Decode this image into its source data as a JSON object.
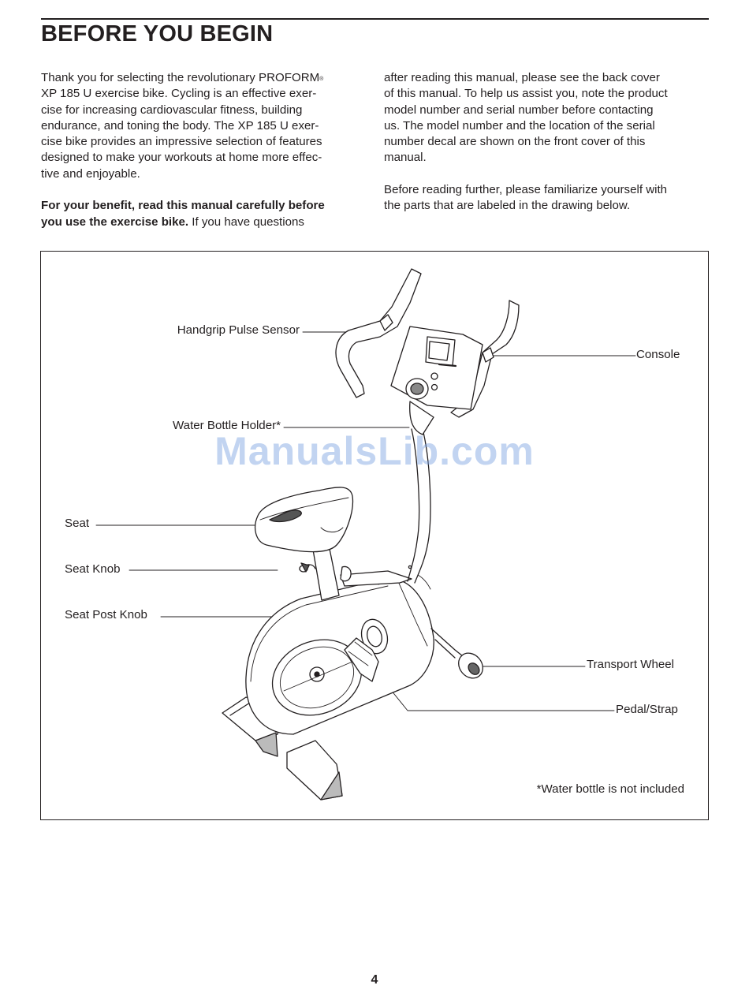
{
  "header": {
    "title": "BEFORE YOU BEGIN"
  },
  "intro": {
    "left_col": {
      "p1_lines": [
        "Thank you for selecting the revolutionary PROFORM",
        "XP 185 U exercise bike. Cycling is an effective exer-",
        "cise for increasing cardiovascular fitness, building",
        "endurance, and toning the body. The XP 185 U exer-",
        "cise bike provides an impressive selection of features",
        "designed to make your workouts at home more effec-",
        "tive and enjoyable."
      ],
      "registered_mark": "®",
      "p2_bold_line1": "For your benefit, read this manual carefully before",
      "p2_bold_line2": "you use the exercise bike.",
      "p2_normal_line2": " If you have questions"
    },
    "right_col": {
      "p1_lines": [
        "after reading this manual, please see the back cover",
        "of this manual. To help us assist you, note the product",
        "model number and serial number before contacting",
        "us. The model number and the location of the serial",
        "number decal are shown on the front cover of this",
        "manual."
      ],
      "p2_lines": [
        "Before reading further, please familiarize yourself with",
        "the parts that are labeled in the drawing below."
      ]
    }
  },
  "figure": {
    "labels": {
      "handgrip_pulse_sensor": "Handgrip Pulse Sensor",
      "console": "Console",
      "water_bottle_holder": "Water Bottle Holder*",
      "seat": "Seat",
      "seat_knob": "Seat Knob",
      "seat_post_knob": "Seat Post Knob",
      "transport_wheel": "Transport Wheel",
      "pedal_strap": "Pedal/Strap"
    },
    "footnote": "*Water bottle is not included"
  },
  "watermark": "ManualsLib.com",
  "footer": {
    "page_number": "4"
  },
  "colors": {
    "ink": "#231f20",
    "watermark": "#78a0e1"
  }
}
